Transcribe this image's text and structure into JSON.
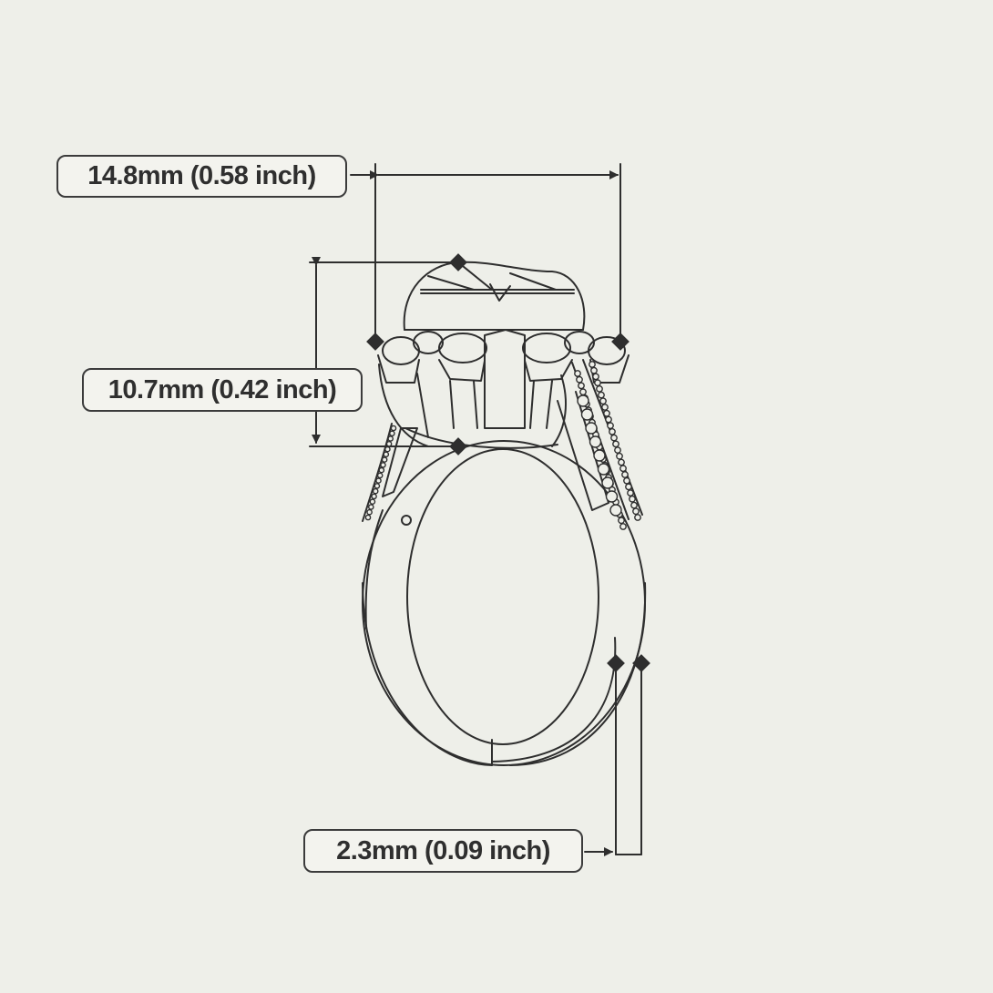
{
  "dimensions": {
    "head_width": "14.8mm (0.58 inch)",
    "head_height": "10.7mm (0.42 inch)",
    "band_width": "2.3mm (0.09 inch)"
  },
  "colors": {
    "background": "#eeefe9",
    "line": "#2e2e2e",
    "label_border": "#3b3b3b",
    "label_fill": "#f3f3ee"
  }
}
